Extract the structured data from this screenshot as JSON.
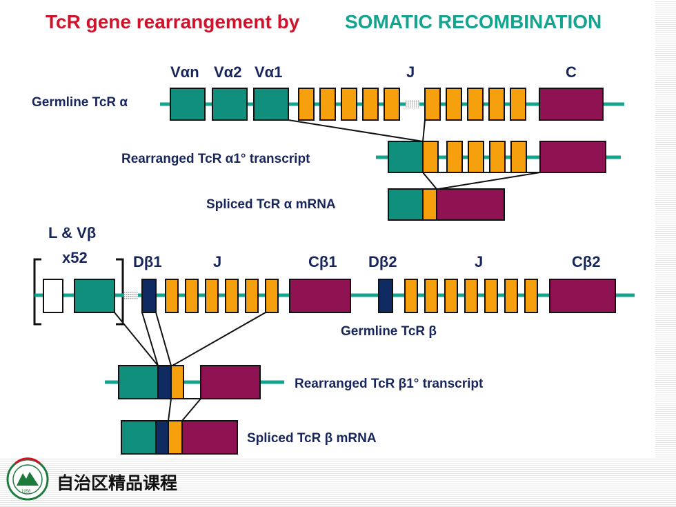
{
  "title_red": "TcR gene rearrangement by",
  "title_green": "SOMATIC RECOMBINATION",
  "alpha": {
    "germline_label": "Germline TcR α",
    "rearranged_label": "Rearranged TcR α1° transcript",
    "spliced_label": "Spliced TcR α mRNA",
    "v_labels": [
      "Vαn",
      "Vα2",
      "Vα1"
    ],
    "j_label": "J",
    "c_label": "C"
  },
  "beta": {
    "lv_label": "L & Vβ",
    "x52_label": "x52",
    "d1_label": "Dβ1",
    "j1_label": "J",
    "c1_label": "Cβ1",
    "d2_label": "Dβ2",
    "j2_label": "J",
    "c2_label": "Cβ2",
    "germline_label": "Germline TcR β",
    "rearranged_label": "Rearranged TcR β1° transcript",
    "spliced_label": "Spliced TcR β mRNA"
  },
  "footer": {
    "course_label": "自治区精品课程"
  },
  "colors": {
    "v_segment": "#0f8f7c",
    "j_segment": "#f5a00c",
    "c_segment": "#8f1352",
    "d_segment": "#102a62",
    "dna_line": "#13a38f",
    "label_text": "#17255a",
    "title_red": "#d0122a",
    "title_green": "#13a38f"
  }
}
